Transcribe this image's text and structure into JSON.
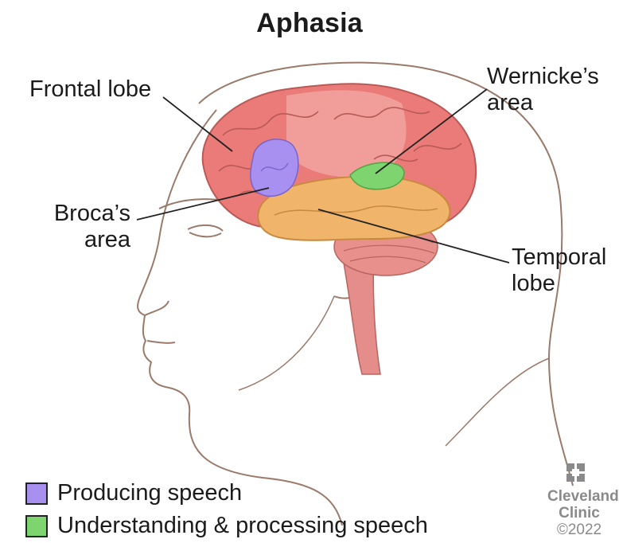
{
  "title": "Aphasia",
  "labels": {
    "frontal": "Frontal lobe",
    "wernicke": [
      "Wernicke’s",
      "area"
    ],
    "broca": [
      "Broca’s",
      "area"
    ],
    "temporal": [
      "Temporal",
      "lobe"
    ]
  },
  "legend": [
    {
      "label": "Producing speech",
      "color": "#a890f0"
    },
    {
      "label": "Understanding & processing speech",
      "color": "#7ed46e"
    }
  ],
  "brand": {
    "line1": "Cleveland",
    "line2": "Clinic",
    "copyright": "©2022"
  },
  "colors": {
    "brain": "#ea7b78",
    "brain_light": "#f2a4a0",
    "temporal": "#f0b56a",
    "broca": "#a890f0",
    "wernicke": "#7ed46e",
    "outline": "#9a7a6a"
  }
}
